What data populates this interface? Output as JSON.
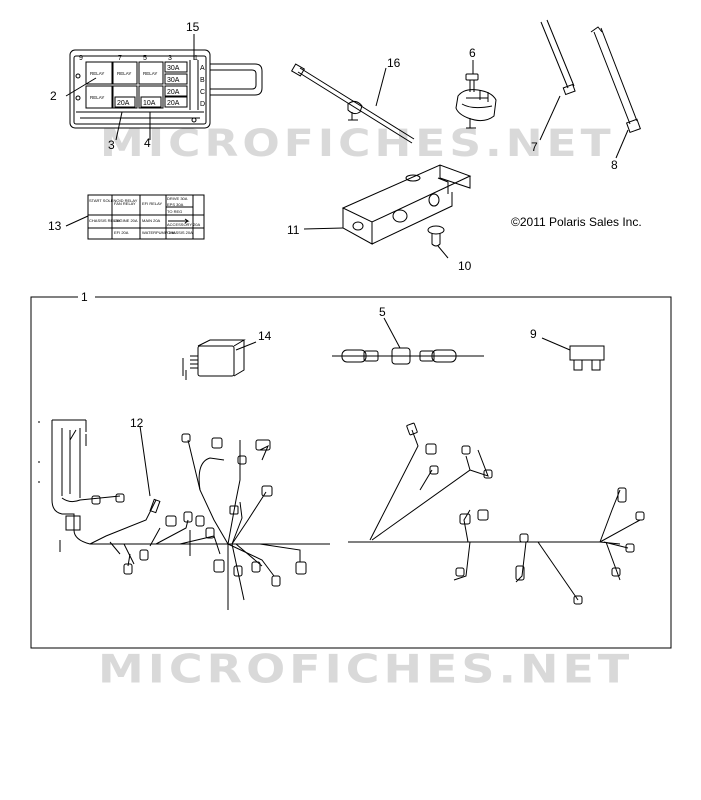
{
  "watermark": "MICROFICHES.NET",
  "copyright": "©2011 Polaris Sales Inc.",
  "callouts": {
    "c1": "1",
    "c2": "2",
    "c3": "3",
    "c4": "4",
    "c5": "5",
    "c6": "6",
    "c7": "7",
    "c8": "8",
    "c9": "9",
    "c10": "10",
    "c11": "11",
    "c12": "12",
    "c13": "13",
    "c14": "14",
    "c15": "15",
    "c16": "16"
  },
  "fuse_box": {
    "top_numbers": [
      "9",
      "7",
      "5",
      "3",
      "1"
    ],
    "side_letters": [
      "A",
      "B",
      "C",
      "D"
    ],
    "relay_label": "RELAY",
    "fuses_top": [
      "30A",
      "30A",
      "20A"
    ],
    "fuses_bottom": [
      "20A",
      "10A",
      "20A"
    ]
  },
  "fuse_label": {
    "cells": [
      [
        "START SOLENOID RELAY",
        "FAN RELAY",
        "EFI RELAY",
        "DRIVE 30A"
      ],
      [
        "",
        "",
        "",
        "EPS 30A"
      ],
      [
        "",
        "",
        "",
        "TO REG"
      ],
      [
        "CHASSIS RELAY",
        "ENGINE 20A",
        "MAIN 20A",
        "ACCESSORY 20A"
      ],
      [
        "",
        "EFI 20A",
        "WATERPUMP 10A",
        "CHASSIS 20A"
      ]
    ]
  }
}
